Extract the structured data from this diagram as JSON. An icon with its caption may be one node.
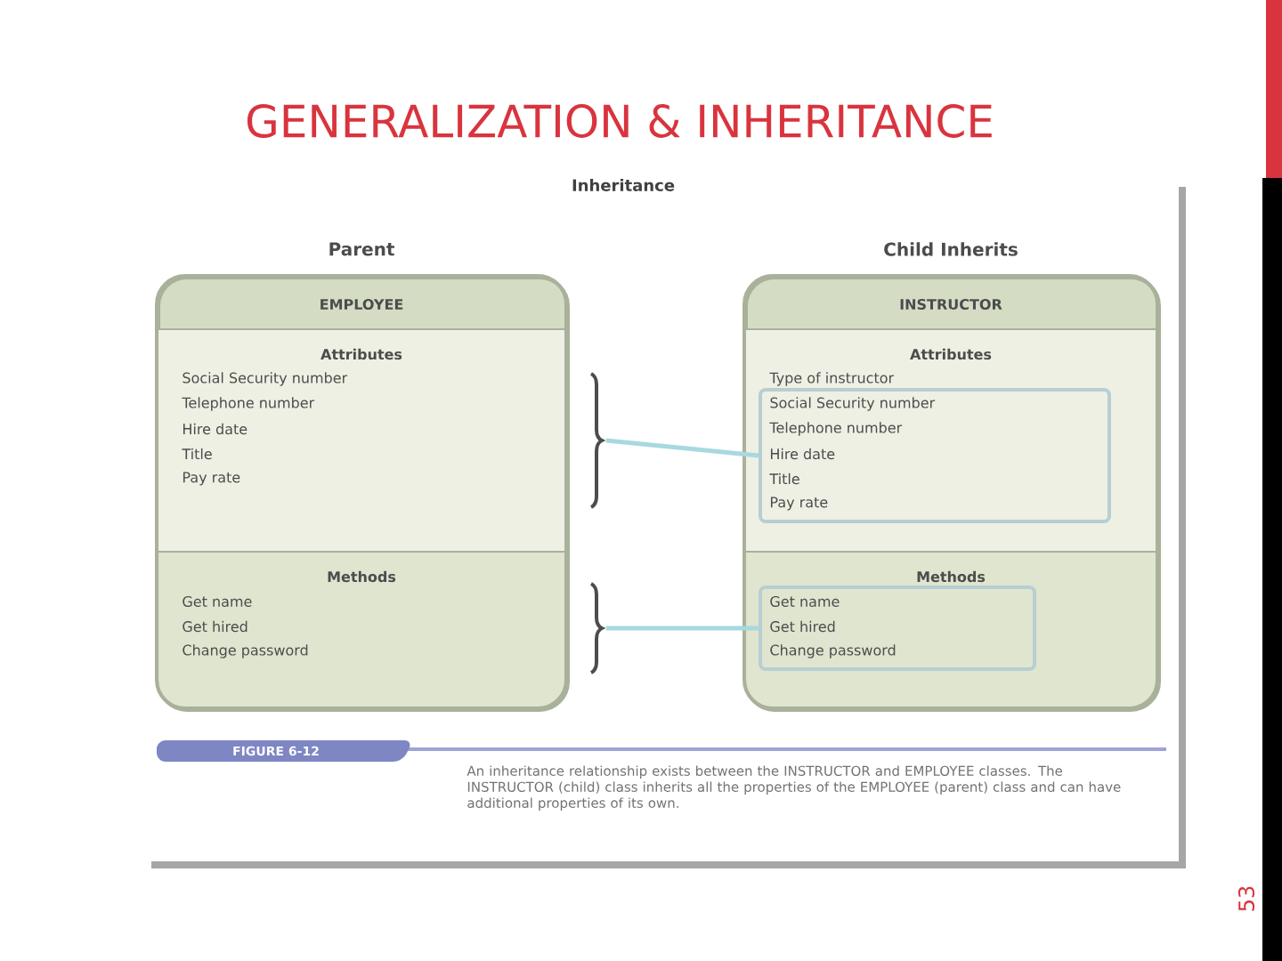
{
  "diagram": {
    "title": "GENERALIZATION & INHERITANCE",
    "nodes": [
      {
        "text": [
          "EMPLOYEE"
        ],
        "beside": [
          "Parent"
        ]
      },
      {
        "text": [
          "Attributes",
          "Social Security number",
          "Telephone number",
          "Hire date",
          "Title",
          "Pay rate"
        ],
        "in": 0
      },
      {
        "text": [
          "Methods",
          "Get name",
          "Get hired",
          "Change password"
        ],
        "in": 0
      },
      {
        "text": [
          "INSTRUCTOR"
        ],
        "beside": [
          "Child Inherits"
        ]
      },
      {
        "text": [
          "Attributes",
          "Type of instructor"
        ],
        "in": 3
      },
      {
        "text": [
          "Social Security number",
          "Telephone number",
          "Hire date",
          "Title",
          "Pay rate"
        ],
        "in": 4
      },
      {
        "text": [
          "Methods"
        ],
        "in": 3
      },
      {
        "text": [
          "Get name",
          "Get hired",
          "Change password"
        ],
        "in": 6
      },
      {
        "text": [],
        "shape": "bracket"
      },
      {
        "text": [],
        "shape": "bracket"
      }
    ],
    "edges": [
      {
        "from": 8,
        "to": 5,
        "arrow": "none"
      },
      {
        "from": 9,
        "to": 7,
        "arrow": "none"
      }
    ],
    "labels": [
      "Inheritance",
      "FIGURE 6-12",
      "An inheritance relationship exists between the INSTRUCTOR and EMPLOYEE classes. The INSTRUCTOR (child) class inherits all the properties of the EMPLOYEE (parent) class and can have additional properties of its own.",
      "53"
    ]
  }
}
